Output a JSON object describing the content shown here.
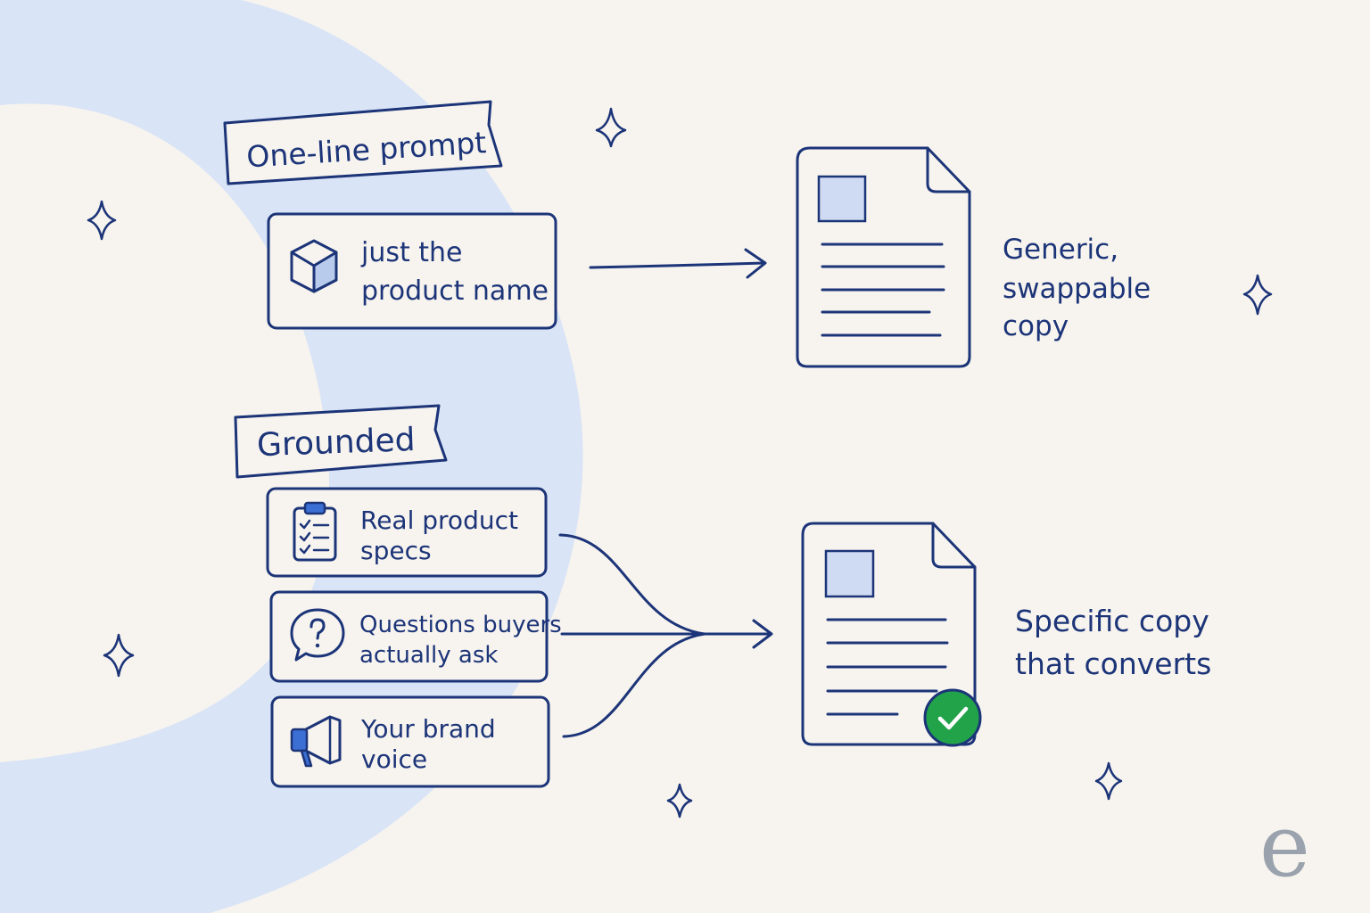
{
  "top": {
    "label": "One-line prompt",
    "input_lines": [
      "just the",
      "product name"
    ],
    "input_icon": "cube-icon",
    "output_lines": [
      "Generic,",
      "swappable",
      "copy"
    ],
    "output_icon": "document-icon"
  },
  "bottom": {
    "label": "Grounded",
    "inputs": [
      {
        "lines": [
          "Real product",
          "specs"
        ],
        "icon": "clipboard-checklist-icon"
      },
      {
        "lines": [
          "Questions buyers",
          "actually ask"
        ],
        "icon": "speech-bubble-question-icon"
      },
      {
        "lines": [
          "Your brand",
          "voice"
        ],
        "icon": "megaphone-icon"
      }
    ],
    "output_lines": [
      "Specific copy",
      "that converts"
    ],
    "output_icon": "document-check-icon"
  },
  "logo": "e",
  "colors": {
    "ink": "#1c3478",
    "accent": "#3b6fd4",
    "wash": "#d9e4f6",
    "doc_square": "#cfdbf3",
    "check": "#22a34a",
    "background": "#f7f4ef",
    "logo": "#9aa3ad"
  }
}
